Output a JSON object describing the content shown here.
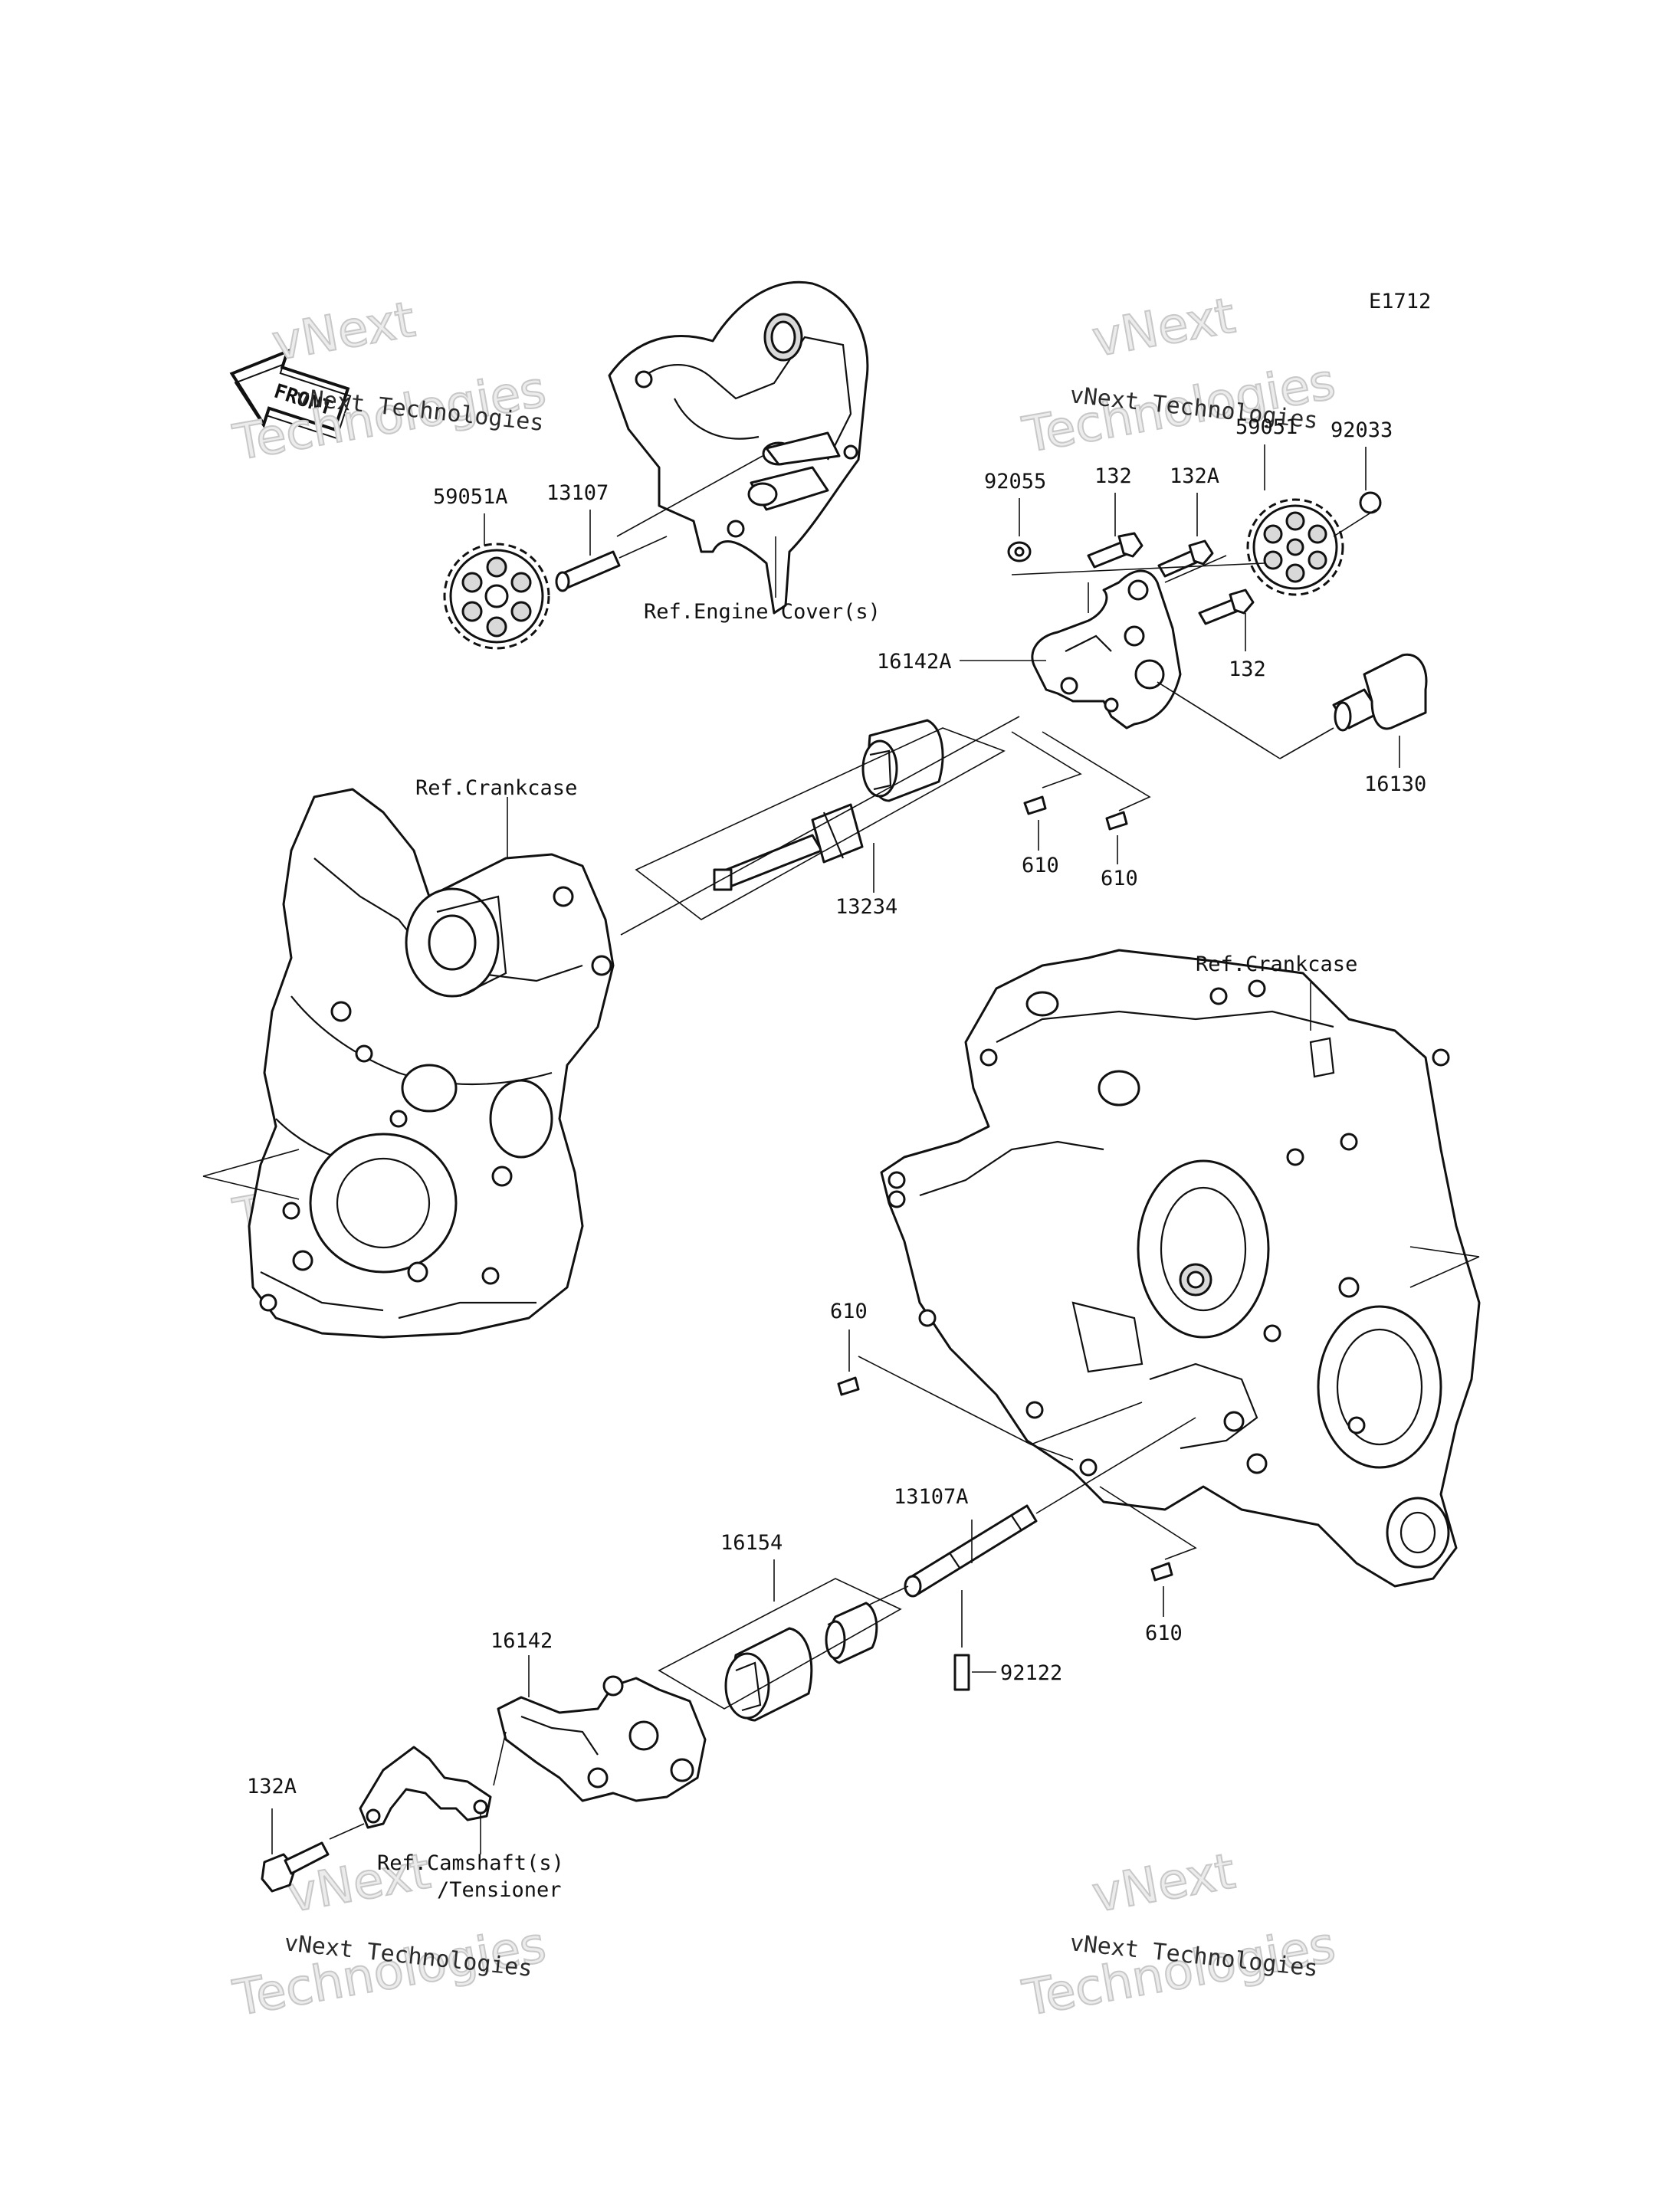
{
  "diagram": {
    "code": "E1712",
    "front_badge": "FRONT",
    "watermark_line1": "vNext Technologies",
    "watermark_line2": "Technologies",
    "watermark_line2_alt": "vNext",
    "parts": {
      "p59051A": "59051A",
      "p13107": "13107",
      "ref_engine_cover": "Ref.Engine Cover(s)",
      "p92055": "92055",
      "p132a_top": "132",
      "p132A_top": "132A",
      "p59051": "59051",
      "p92033": "92033",
      "p16142A": "16142A",
      "p132b": "132",
      "p16130": "16130",
      "ref_crankcase_left": "Ref.Crankcase",
      "p13234": "13234",
      "p610_a": "610",
      "p610_b": "610",
      "ref_crankcase_right": "Ref.Crankcase",
      "p610_c": "610",
      "p13107A": "13107A",
      "p16154": "16154",
      "p610_d": "610",
      "p92122": "92122",
      "p16142": "16142",
      "p132A_bottom": "132A",
      "ref_camshaft": "Ref.Camshaft(s)",
      "ref_tensioner": "/Tensioner"
    }
  }
}
